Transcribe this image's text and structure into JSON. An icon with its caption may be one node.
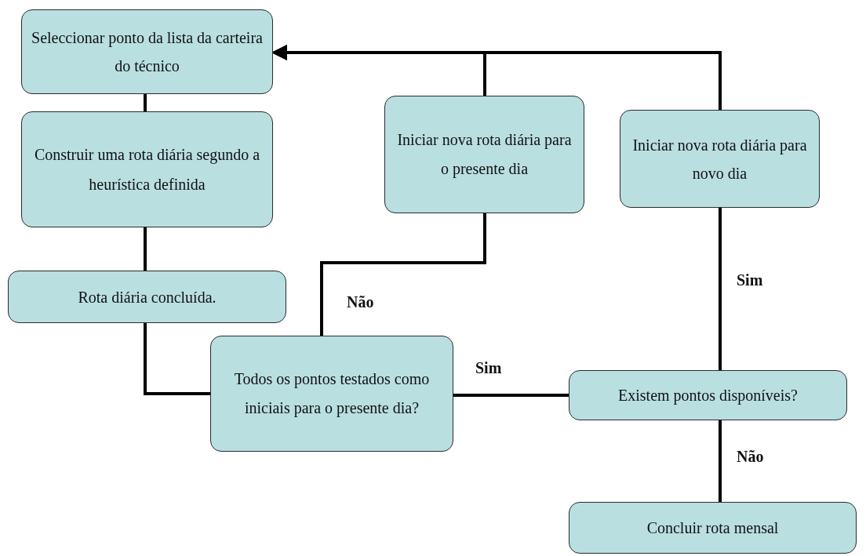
{
  "diagram": {
    "nodes": [
      {
        "text": [
          "Seleccionar ponto da lista da carteira do técnico"
        ]
      },
      {
        "text": [
          "Construir uma rota diária segundo a heurística definida"
        ]
      },
      {
        "text": [
          "Rota diária concluída."
        ]
      },
      {
        "text": [
          "Todos os pontos testados como iniciais para o presente dia?"
        ]
      },
      {
        "text": [
          "Iniciar nova rota diária para o presente dia"
        ]
      },
      {
        "text": [
          "Iniciar nova rota diária para novo dia"
        ]
      },
      {
        "text": [
          "Existem pontos disponíveis?"
        ]
      },
      {
        "text": [
          "Concluir rota mensal"
        ]
      }
    ],
    "edges": [
      {
        "from": 0,
        "to": 1,
        "arrow": "none"
      },
      {
        "from": 1,
        "to": 2,
        "arrow": "none"
      },
      {
        "from": 2,
        "to": 3,
        "arrow": "none"
      },
      {
        "from": 3,
        "to": 4,
        "arrow": "none",
        "label": "Não"
      },
      {
        "from": 3,
        "to": 6,
        "arrow": "none",
        "label": "Sim"
      },
      {
        "from": 6,
        "to": 5,
        "arrow": "none",
        "label": "Sim"
      },
      {
        "from": 6,
        "to": 7,
        "arrow": "none",
        "label": "Não"
      },
      {
        "from": 4,
        "to": 0,
        "arrow": "to"
      },
      {
        "from": 5,
        "to": 0,
        "arrow": "to"
      }
    ]
  }
}
